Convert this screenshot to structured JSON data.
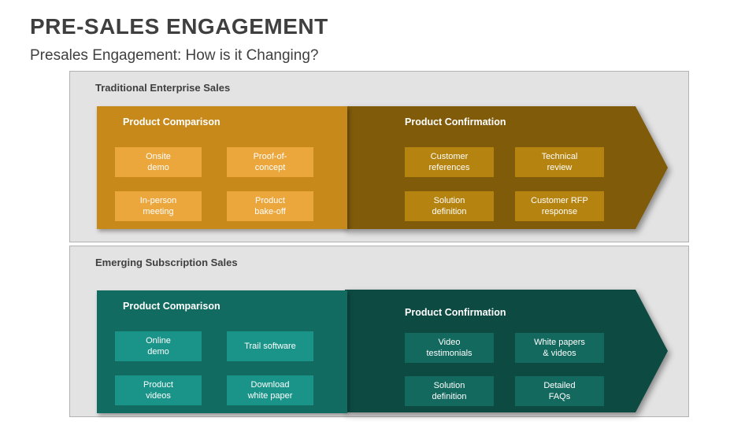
{
  "slide": {
    "title": "PRE-SALES ENGAGEMENT",
    "subtitle": "Presales Engagement: How is it Changing?"
  },
  "colors": {
    "panel_bg": "#e4e3e3",
    "panel_border": "#b3b1b1",
    "orange_comparison": "#c8891b",
    "orange_item": "#eba63c",
    "brown_confirmation": "#7f5b0a",
    "brown_item": "#b5830f",
    "teal_comparison": "#116b60",
    "teal_item": "#1a9488",
    "dark_teal_confirmation": "#0d4a42",
    "dark_teal_item": "#14695e",
    "text_dark": "#3f3f3f",
    "text_light": "#ffffff"
  },
  "panels": [
    {
      "header": "Traditional Enterprise Sales",
      "comparison": {
        "label": "Product Comparison",
        "items": [
          "Onsite\ndemo",
          "Proof-of-\nconcept",
          "In-person\nmeeting",
          "Product\nbake-off"
        ]
      },
      "confirmation": {
        "label": "Product Confirmation",
        "items": [
          "Customer\nreferences",
          "Technical\nreview",
          "Solution\ndefinition",
          "Customer RFP\nresponse"
        ]
      }
    },
    {
      "header": "Emerging Subscription Sales",
      "comparison": {
        "label": "Product Comparison",
        "items": [
          "Online\ndemo",
          "Trail software",
          "Product\nvideos",
          "Download\nwhite paper"
        ]
      },
      "confirmation": {
        "label": "Product Confirmation",
        "items": [
          "Video\ntestimonials",
          "White papers\n& videos",
          "Solution\ndefinition",
          "Detailed\nFAQs"
        ]
      }
    }
  ]
}
